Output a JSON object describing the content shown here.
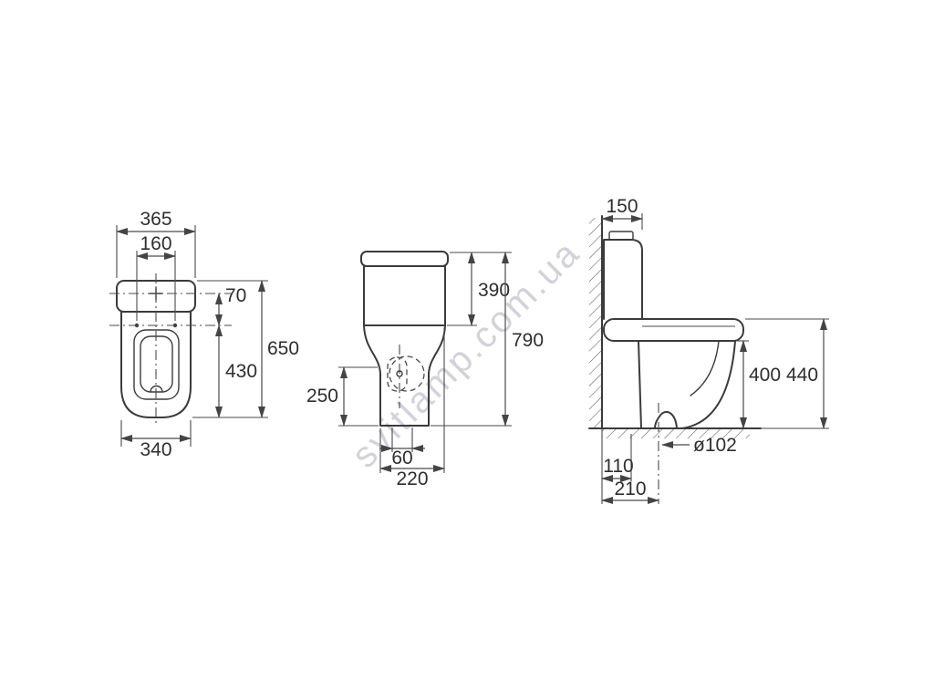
{
  "watermark": "svitlamp.com.ua",
  "diagram": {
    "top_view": {
      "width_overall": "365",
      "width_seat_holes": "160",
      "button_offset": "70",
      "depth_overall": "650",
      "depth_seat": "430",
      "width_base": "340"
    },
    "front_view": {
      "height_tank": "390",
      "height_overall": "790",
      "height_outlet": "250",
      "width_outlet": "60",
      "width_base": "220"
    },
    "side_view": {
      "depth_tank_from_wall": "150",
      "height_rim": "400",
      "height_seat": "440",
      "drain_diameter": "ø102",
      "drain_offset": "110",
      "rough_in": "210"
    }
  }
}
